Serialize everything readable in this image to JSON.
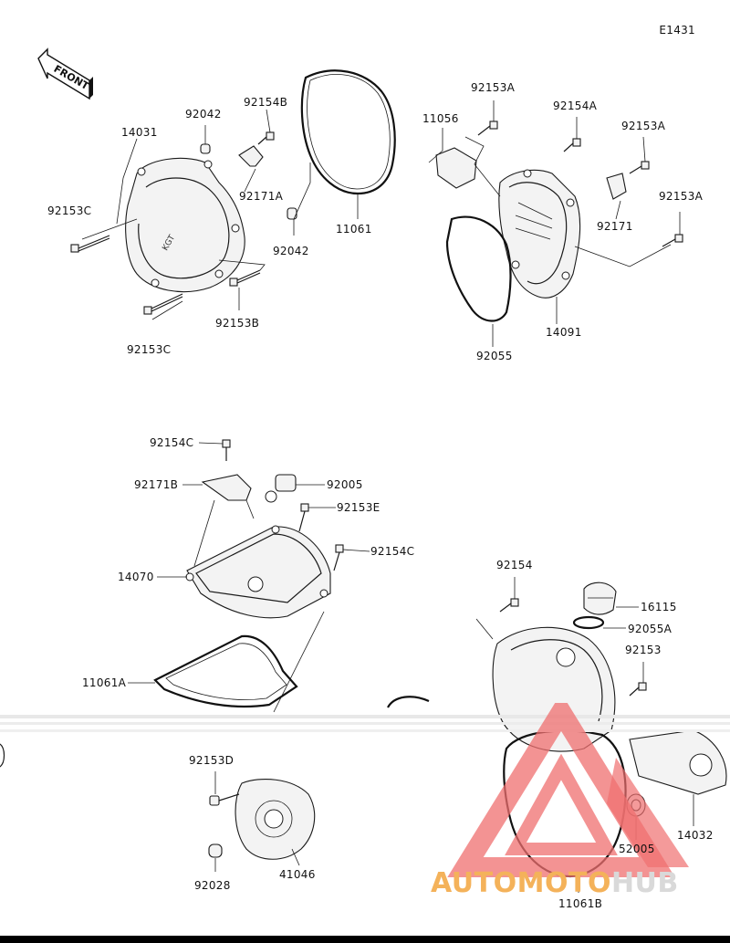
{
  "diagram": {
    "code": "E1431",
    "front_label": "FRONT",
    "labels": {
      "p14031": "14031",
      "p92042a": "92042",
      "p92154b": "92154B",
      "p92153c_a": "92153C",
      "p92171a": "92171A",
      "p92042b": "92042",
      "p11061": "11061",
      "p92153b": "92153B",
      "p92153c_b": "92153C",
      "p11056": "11056",
      "p92153a_a": "92153A",
      "p92154a": "92154A",
      "p92153a_b": "92153A",
      "p92171": "92171",
      "p92153a_c": "92153A",
      "p14091": "14091",
      "p92055": "92055",
      "p92154c_a": "92154C",
      "p92171b": "92171B",
      "p92005": "92005",
      "p92153e": "92153E",
      "p92154c_b": "92154C",
      "p14070": "14070",
      "p11061a": "11061A",
      "p92154": "92154",
      "p16115": "16115",
      "p92055a": "92055A",
      "p92153": "92153",
      "p92153d": "92153D",
      "p92028": "92028",
      "p41046": "41046",
      "p14032": "14032",
      "p52005": "52005",
      "p11061b": "11061B"
    }
  },
  "watermark": {
    "text_a": "AUTOMOTO",
    "text_b": "HUB",
    "color_a": "#f4b25a",
    "color_b": "#d9d9d9",
    "logo_color": "#ef6f6f"
  }
}
